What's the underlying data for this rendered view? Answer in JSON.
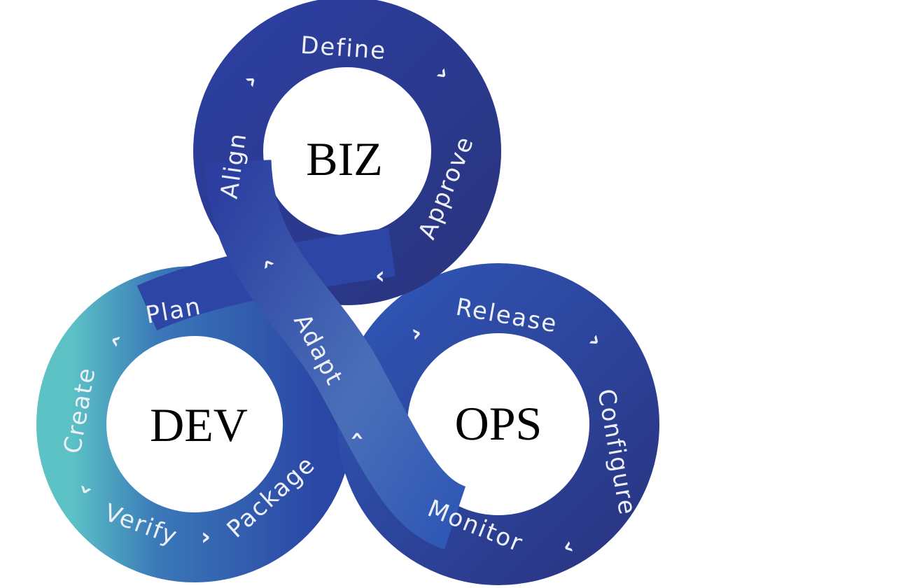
{
  "colors": {
    "ring_dark": "#2a3a96",
    "ring_mid": "#2d4fae",
    "ring_teal": "#54b9c4",
    "band": "#3f5fb0",
    "text": "#eef0f8"
  },
  "centers": {
    "biz": "BIZ",
    "dev": "DEV",
    "ops": "OPS"
  },
  "stages": {
    "define": "Define",
    "align": "Align",
    "approve": "Approve",
    "plan": "Plan",
    "adapt": "Adapt",
    "create": "Create",
    "verify": "Verify",
    "package": "Package",
    "release": "Release",
    "configure": "Configure",
    "monitor": "Monitor"
  },
  "chevron": "›"
}
